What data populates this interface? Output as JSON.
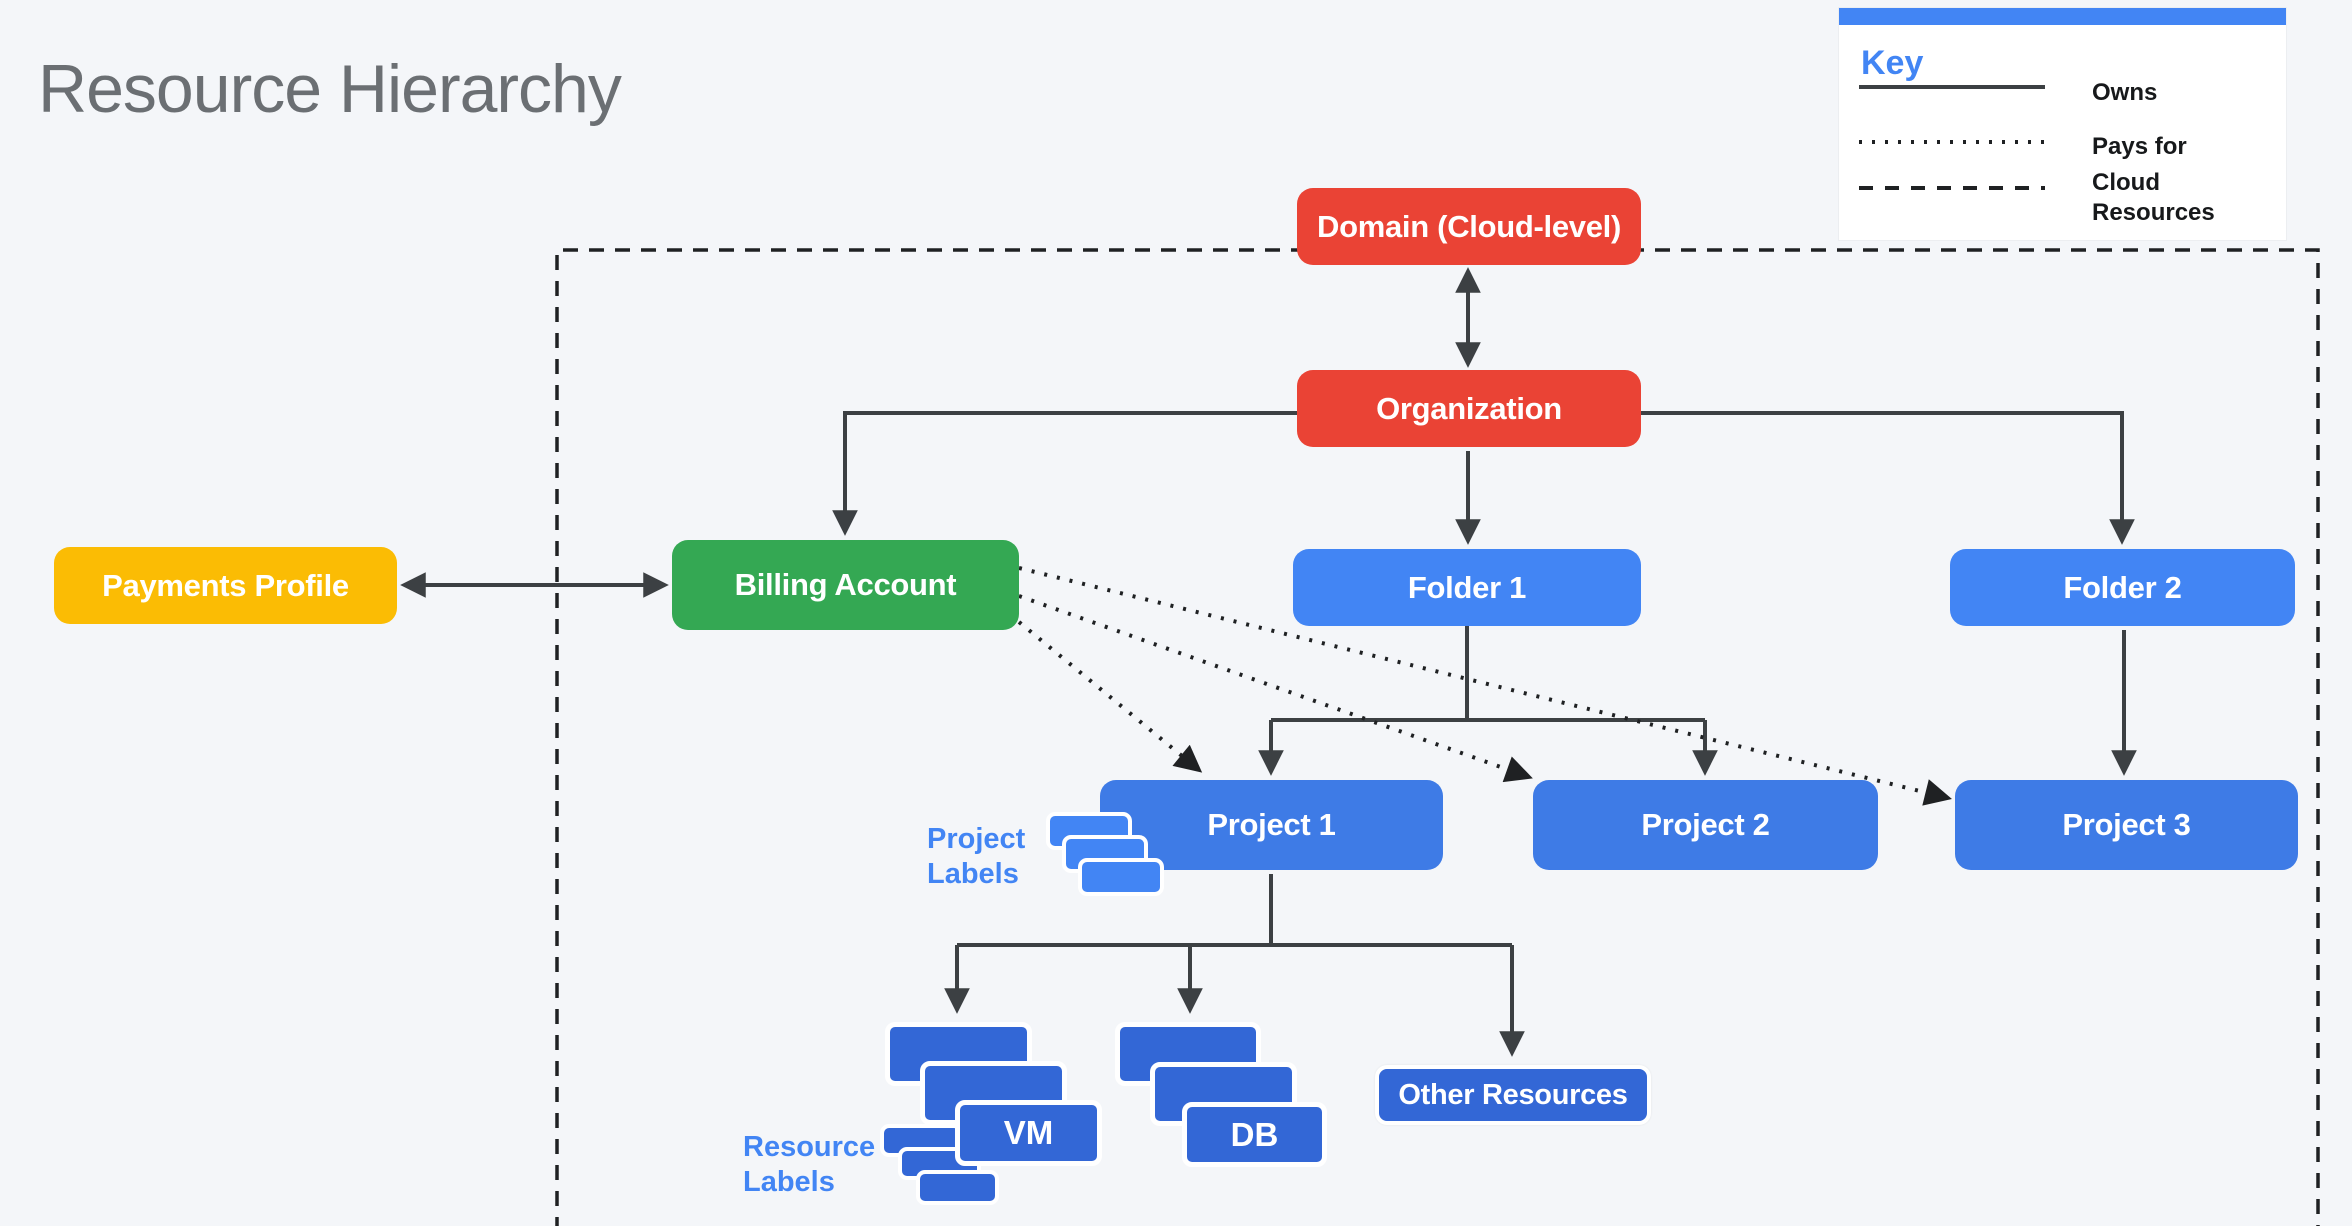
{
  "title": "Resource Hierarchy",
  "key": {
    "heading": "Key",
    "items": [
      {
        "line_style": "solid",
        "label": "Owns"
      },
      {
        "line_style": "dotted",
        "label": "Pays for"
      },
      {
        "line_style": "dashed",
        "label": "Cloud Resources"
      }
    ]
  },
  "nodes": {
    "domain": "Domain (Cloud-level)",
    "organization": "Organization",
    "payments_profile": "Payments Profile",
    "billing_account": "Billing Account",
    "folder1": "Folder 1",
    "folder2": "Folder 2",
    "project1": "Project 1",
    "project2": "Project 2",
    "project3": "Project 3",
    "vm": "VM",
    "db": "DB",
    "other_resources": "Other Resources"
  },
  "annotations": {
    "project_labels": "Project Labels",
    "resource_labels": "Resource Labels"
  },
  "icons": {
    "project_labels_stack": "stacked-label-cards-icon",
    "resource_labels_stack": "stacked-label-cards-icon",
    "vm_stack": "stacked-vm-instances-icon",
    "db_stack": "stacked-databases-icon"
  },
  "colors": {
    "background": "#F4F6F9",
    "red": "#EA4335",
    "green": "#34A853",
    "yellow": "#FBBC04",
    "folder_blue": "#4285F4",
    "project_blue": "#3E7BE6",
    "resource_blue": "#3367D6",
    "accent_blue": "#4285F4",
    "connector": "#3C4043",
    "boundary": "#1F2123",
    "title_gray": "#6B6F73"
  }
}
